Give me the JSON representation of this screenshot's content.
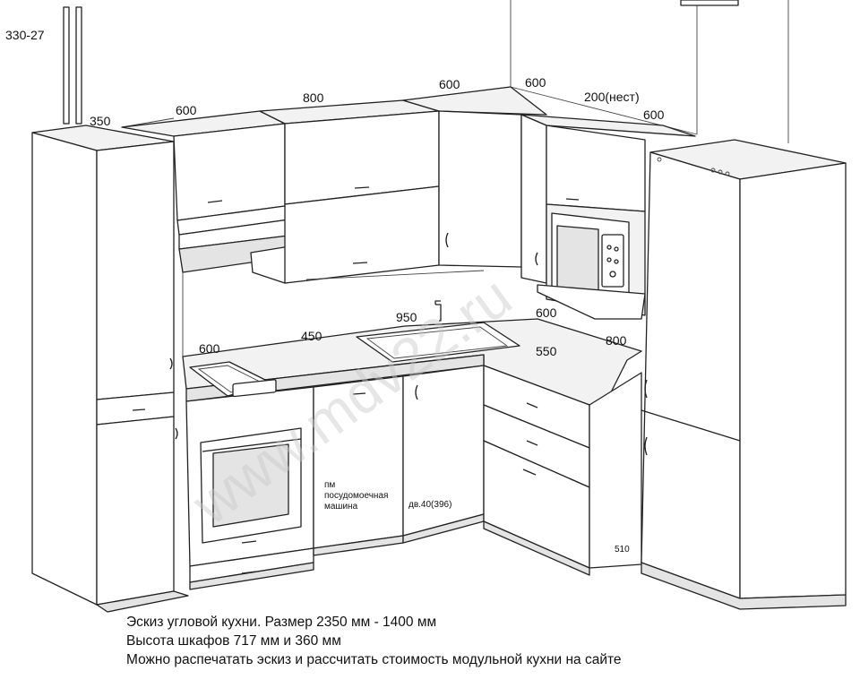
{
  "sketch_code": "330-27",
  "dimensions": {
    "tall_cabinet_depth": "350",
    "upper_left_width": "600",
    "upper_middle_width": "800",
    "upper_corner_width": "600",
    "upper_right_width": "600",
    "upper_right_extra": "200(нест)",
    "fridge_width": "600",
    "counter_hob_width": "600",
    "counter_middle_width": "450",
    "counter_sink_width": "950",
    "counter_corner_width": "600",
    "counter_right_depth": "550",
    "counter_right_width": "800",
    "drawer_unit_depth": "510"
  },
  "labels": {
    "dishwasher_line1": "пм",
    "dishwasher_line2": "посудомоечная",
    "dishwasher_line3": "машина",
    "door_spec": "дв.40(396)"
  },
  "watermark": "www.mdv22.ru",
  "caption": {
    "line1": "Эскиз угловой кухни. Размер 2350 мм - 1400 мм",
    "line2": "Высота шкафов 717 мм и 360 мм",
    "line3": "Можно распечатать эскиз и рассчитать стоимость модульной кухни на сайте"
  }
}
